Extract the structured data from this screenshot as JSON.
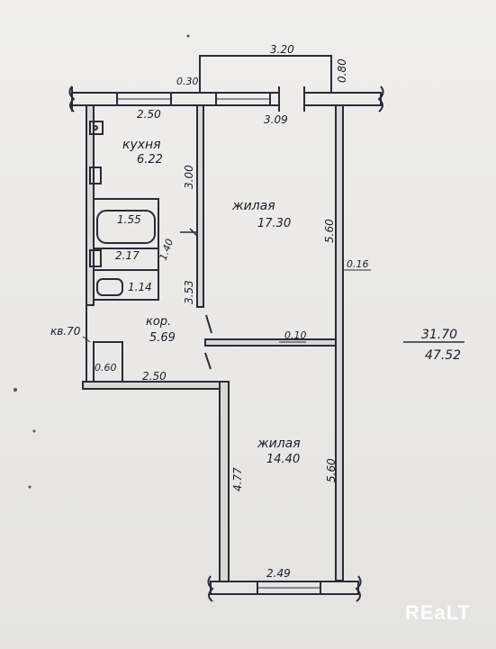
{
  "plan": {
    "rooms": {
      "kitchen_name": "кухня",
      "kitchen_area": "6.22",
      "living1_name": "жилая",
      "living1_area": "17.30",
      "living2_name": "жилая",
      "living2_area": "14.40",
      "corridor_name": "кор.",
      "corridor_area": "5.69",
      "bath_area": "1.55",
      "bath_aux_area": "2.17",
      "toilet_area": "1.14",
      "closet_area": "0.60"
    },
    "dimensions": {
      "balcony_width": "3.20",
      "balcony_depth": "0.80",
      "top_small": "0.30",
      "kitchen_width": "2.50",
      "living1_width": "3.09",
      "kitchen_height": "3.00",
      "living1_height": "5.60",
      "bath_height": "1.40",
      "corridor_height": "3.53",
      "partition_thickness": "0.16",
      "inner_wall": "0.10",
      "lower_wall_width": "2.50",
      "living2_left_height": "4.77",
      "living2_right_height": "5.60",
      "living2_width": "2.49"
    },
    "apartment_label": "кв.70",
    "totals": {
      "living": "31.70",
      "total": "47.52"
    }
  },
  "watermark": "REaLT"
}
